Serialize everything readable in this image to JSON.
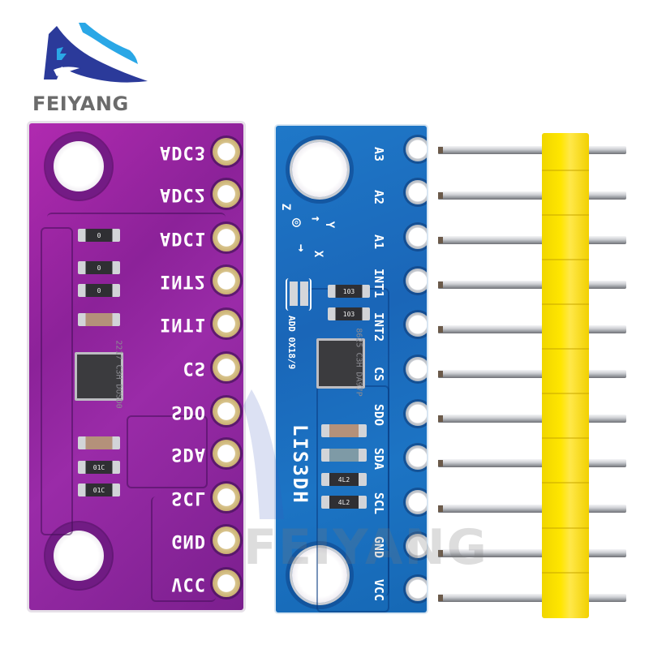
{
  "brand": {
    "name": "FEIYANG",
    "logo_colors": {
      "dark_blue": "#2b3a9a",
      "light_blue": "#2aa7e6",
      "text": "#6b6b6b"
    },
    "watermark": "FEIYANG"
  },
  "purple_board": {
    "color": "#9a2ba8",
    "pins": [
      "ADC3",
      "ADC2",
      "ADC1",
      "INT2",
      "INT1",
      "CS",
      "SDO",
      "SDA",
      "SCL",
      "GND",
      "VCC"
    ],
    "chip_marking": [
      "2217",
      "C3H",
      "DUSD0"
    ],
    "resistors": [
      "0",
      "0",
      "0"
    ],
    "bottom_resistors": [
      "01C",
      "01C"
    ]
  },
  "blue_board": {
    "color": "#1c72c2",
    "name": "LIS3DH",
    "address_label": "ADD 0X18/9",
    "axis_labels": {
      "z": "Z",
      "y": "Y",
      "x": "X"
    },
    "pins": [
      "A3",
      "A2",
      "A1",
      "INT1",
      "INT2",
      "CS",
      "SDO",
      "SDA",
      "SCL",
      "GND",
      "VCC"
    ],
    "chip_marking": [
      "8625",
      "C3H",
      "DA97P"
    ],
    "resistors_top": [
      "103",
      "103"
    ],
    "resistors_bottom": [
      "4L2",
      "4L2"
    ]
  },
  "pin_header": {
    "pin_count": 11,
    "body_color": "#ffe600"
  }
}
